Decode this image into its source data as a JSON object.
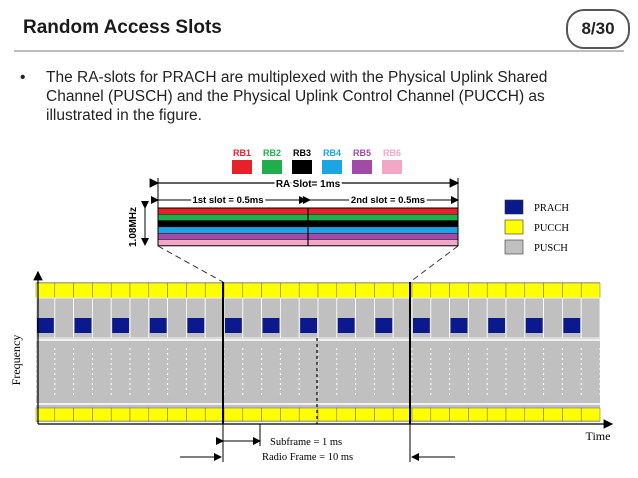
{
  "header": {
    "title": "Random Access Slots",
    "page_number": "8/30"
  },
  "bullet": "The RA-slots for PRACH are multiplexed with the Physical Uplink Shared Channel (PUSCH) and the Physical Uplink Control Channel (PUCCH) as illustrated in the figure.",
  "figure": {
    "rb_legend": [
      {
        "label": "RB1",
        "color": "#e8202a"
      },
      {
        "label": "RB2",
        "color": "#1fae4b"
      },
      {
        "label": "RB3",
        "color": "#000000"
      },
      {
        "label": "RB4",
        "color": "#1aa6e4"
      },
      {
        "label": "RB5",
        "color": "#a24aa8"
      },
      {
        "label": "RB6",
        "color": "#f3a6c6"
      }
    ],
    "ra_slot_label": "RA Slot= 1ms",
    "first_slot_label": "1st slot = 0.5ms",
    "second_slot_label": "2nd slot = 0.5ms",
    "bandwidth_label": "1.08MHz",
    "channel_legend": [
      {
        "label": "PRACH",
        "color": "#0a1a8c"
      },
      {
        "label": "PUCCH",
        "color": "#ffff00"
      },
      {
        "label": "PUSCH",
        "color": "#c0c0c0"
      }
    ],
    "y_axis_label": "Frequency",
    "x_axis_label": "Time",
    "subframe_label": "Subframe = 1 ms",
    "radio_frame_label": "Radio Frame = 10 ms"
  }
}
